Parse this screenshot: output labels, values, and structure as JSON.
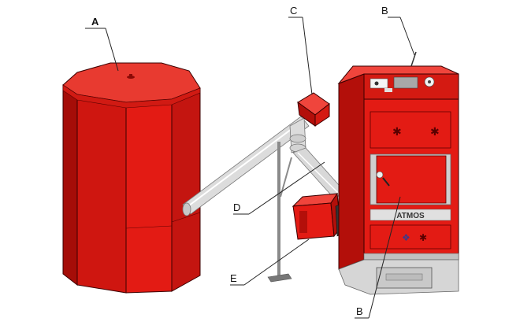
{
  "labels": {
    "a": "A",
    "b_top": "B",
    "b_bottom": "B",
    "c": "C",
    "d": "D",
    "e": "E"
  },
  "boiler_brand": "ATMOS",
  "colors": {
    "red": "#e31b14",
    "red_dark": "#b30f0a",
    "red_light": "#f0453c",
    "tube": "#d9d9d9",
    "steel": "#9a9a9a",
    "outline": "#3a0000"
  }
}
